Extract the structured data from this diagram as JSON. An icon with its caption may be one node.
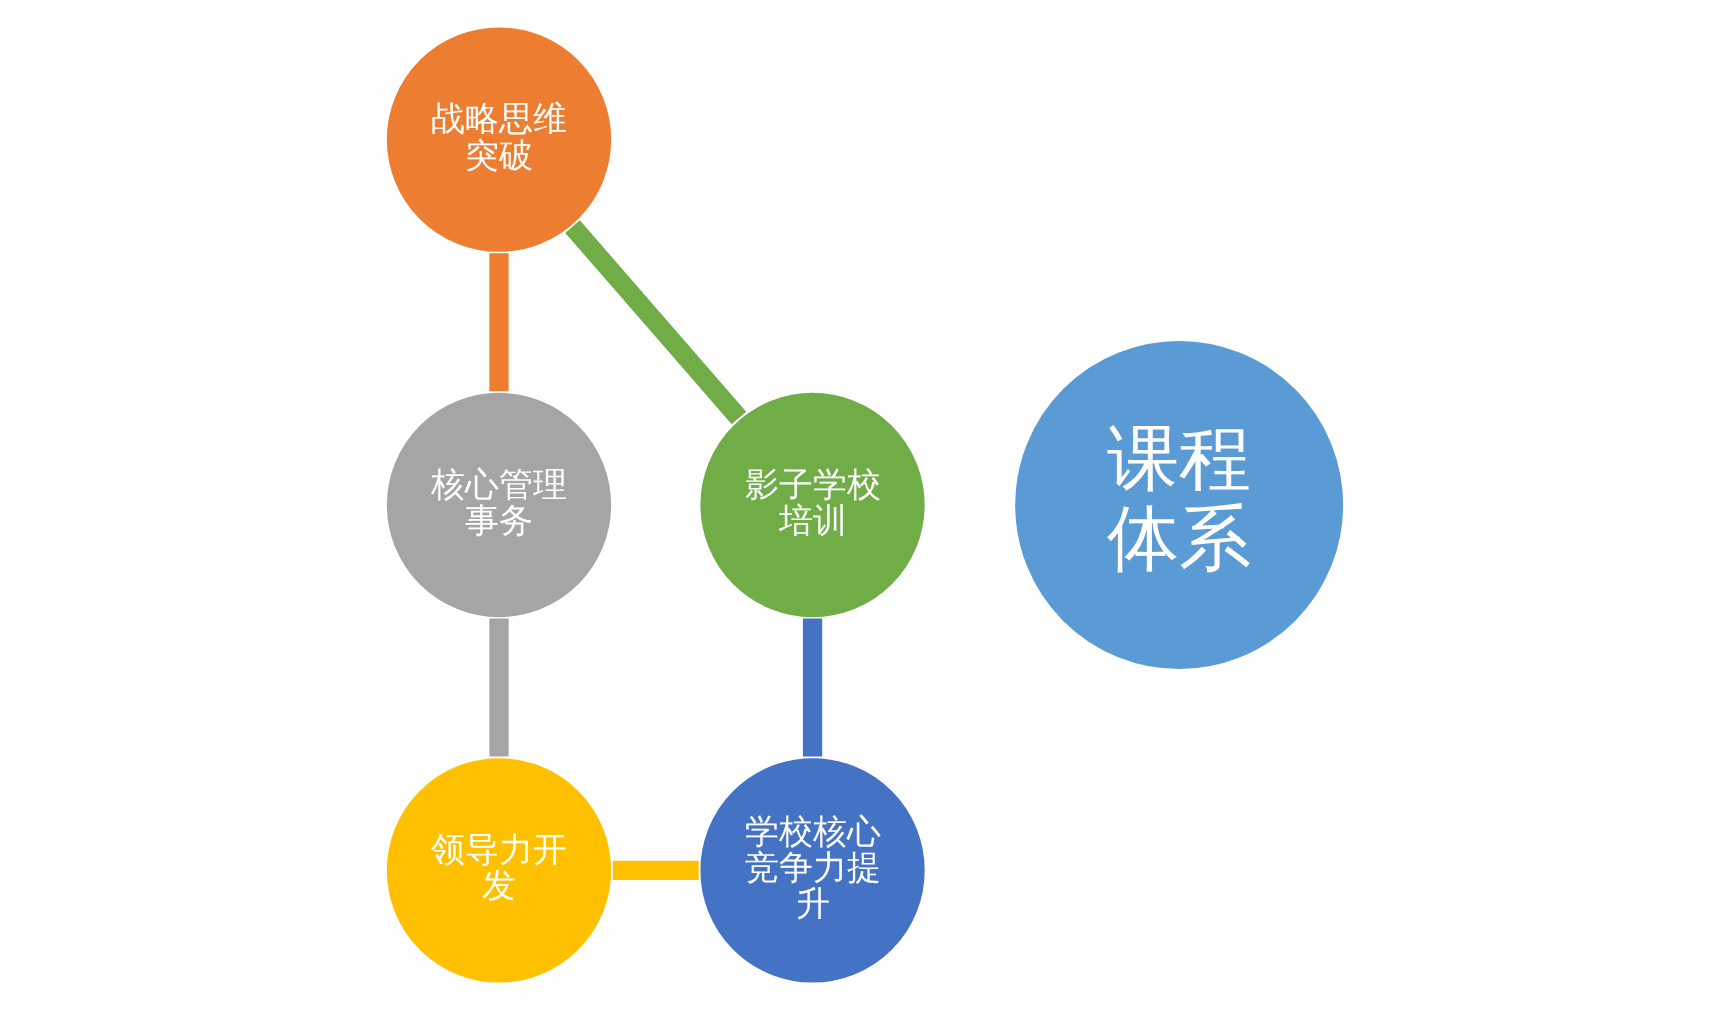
{
  "diagram": {
    "nodes": [
      {
        "text": [
          "课程体系"
        ]
      },
      {
        "text": [
          "战略思维突破"
        ]
      },
      {
        "text": [
          "核心管理事务"
        ]
      },
      {
        "text": [
          "领导力开发"
        ]
      },
      {
        "text": [
          "学校核心竞争力提升"
        ]
      },
      {
        "text": [
          "影子学校培训"
        ]
      }
    ],
    "edges": [
      {
        "from": 1,
        "to": 2,
        "arrow": "none",
        "color": "#ed7d31"
      },
      {
        "from": 2,
        "to": 3,
        "arrow": "none",
        "color": "#a5a5a5"
      },
      {
        "from": 3,
        "to": 4,
        "arrow": "none",
        "color": "#ffc000"
      },
      {
        "from": 4,
        "to": 5,
        "arrow": "none",
        "color": "#4472c4"
      },
      {
        "from": 5,
        "to": 1,
        "arrow": "none",
        "color": "#70ad47"
      }
    ]
  }
}
